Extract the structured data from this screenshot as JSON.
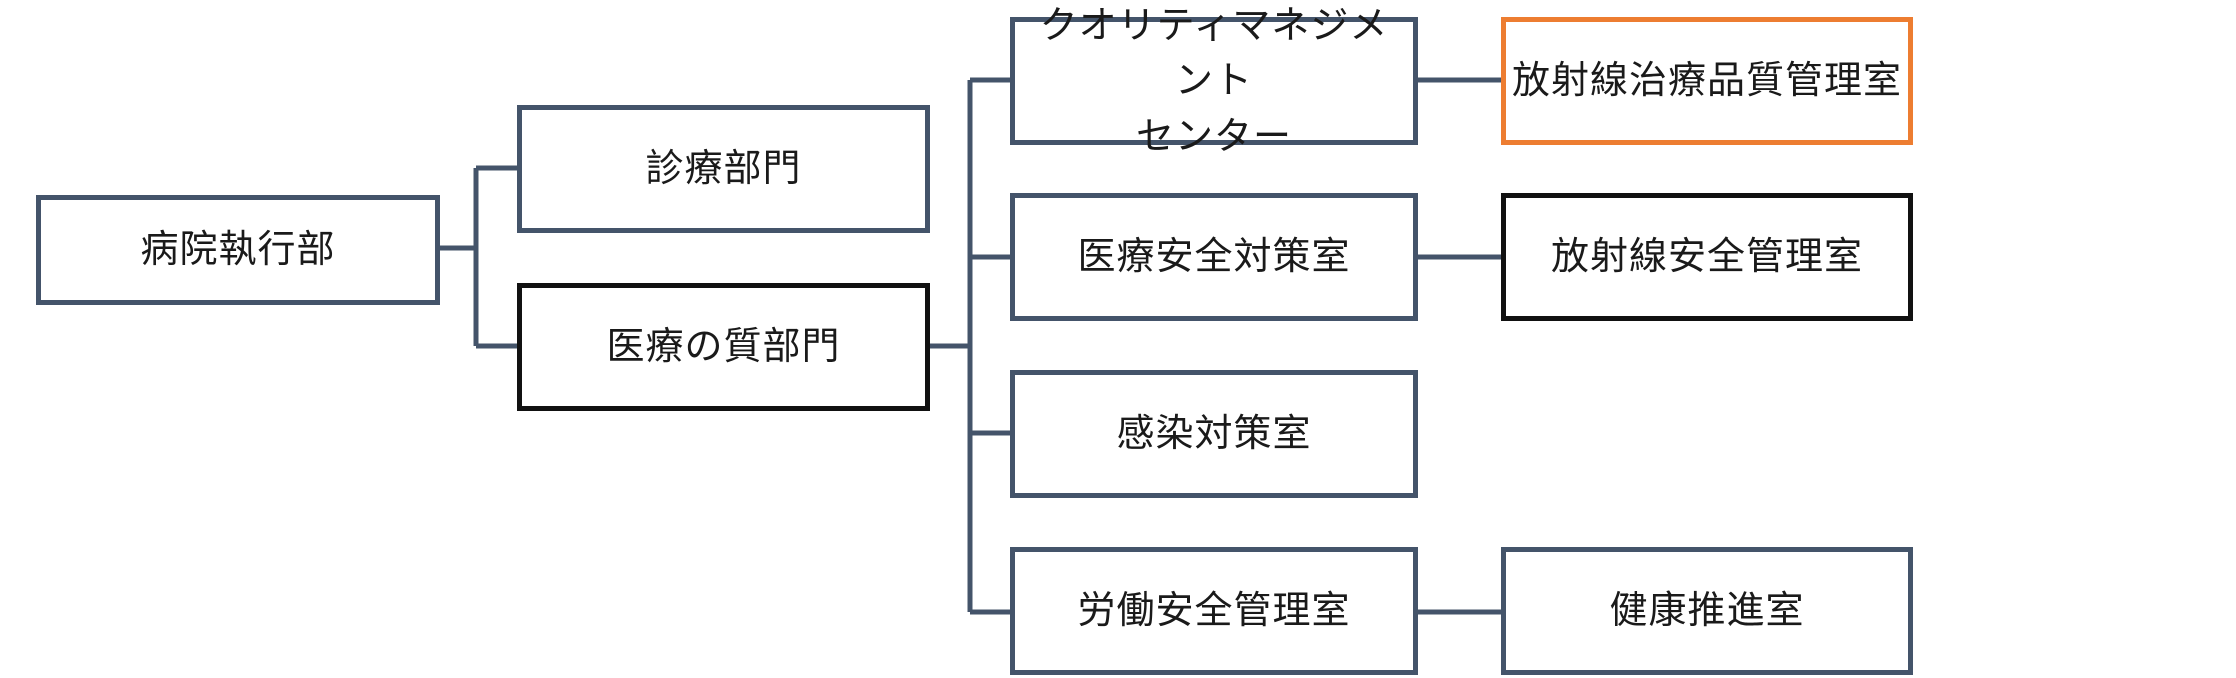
{
  "org_chart": {
    "nodes": {
      "executive": "病院執行部",
      "clinical": "診療部門",
      "quality": "医療の質部門",
      "qmc_line1": "クオリティマネジメント",
      "qmc_line2": "センター",
      "safety": "医療安全対策室",
      "infection": "感染対策室",
      "labor": "労働安全管理室",
      "rt_quality": "放射線治療品質管理室",
      "rad_safety": "放射線安全管理室",
      "health": "健康推進室"
    },
    "colors": {
      "connector": "#44546a",
      "box_default_border": "#44546a",
      "box_emphasis_border": "#111111",
      "box_highlight_border": "#ed7d31",
      "text": "#1a1a1a"
    }
  }
}
